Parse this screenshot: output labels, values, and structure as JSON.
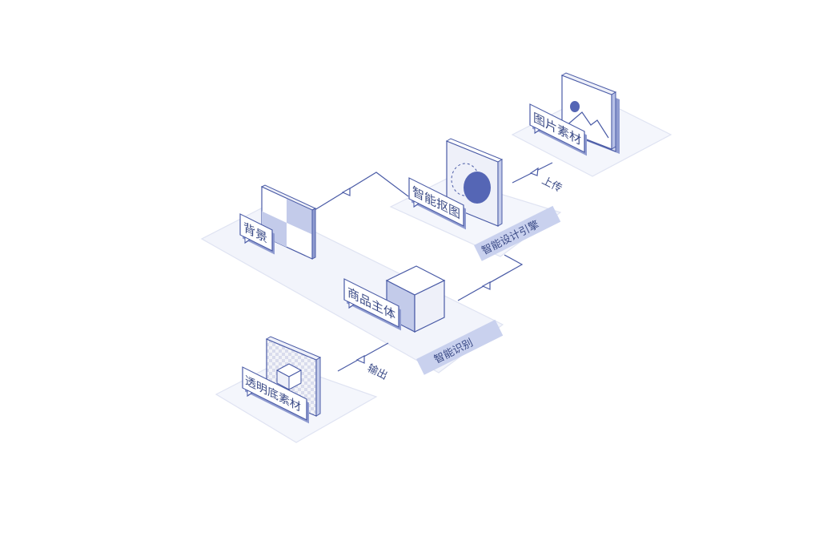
{
  "labels": {
    "image_material": "图片素材",
    "smart_cutout": "智能抠图",
    "background": "背景",
    "product_subject": "商品主体",
    "transparent_material": "透明底素材"
  },
  "tags": {
    "engine": "智能设计引擎",
    "recognition": "智能识别"
  },
  "flows": {
    "upload": "上传",
    "output": "输出"
  },
  "colors": {
    "line": "#4a5ba6",
    "accent": "#5566b5",
    "platform": "#f2f4fb",
    "tag_bg": "#c9d1ee"
  }
}
